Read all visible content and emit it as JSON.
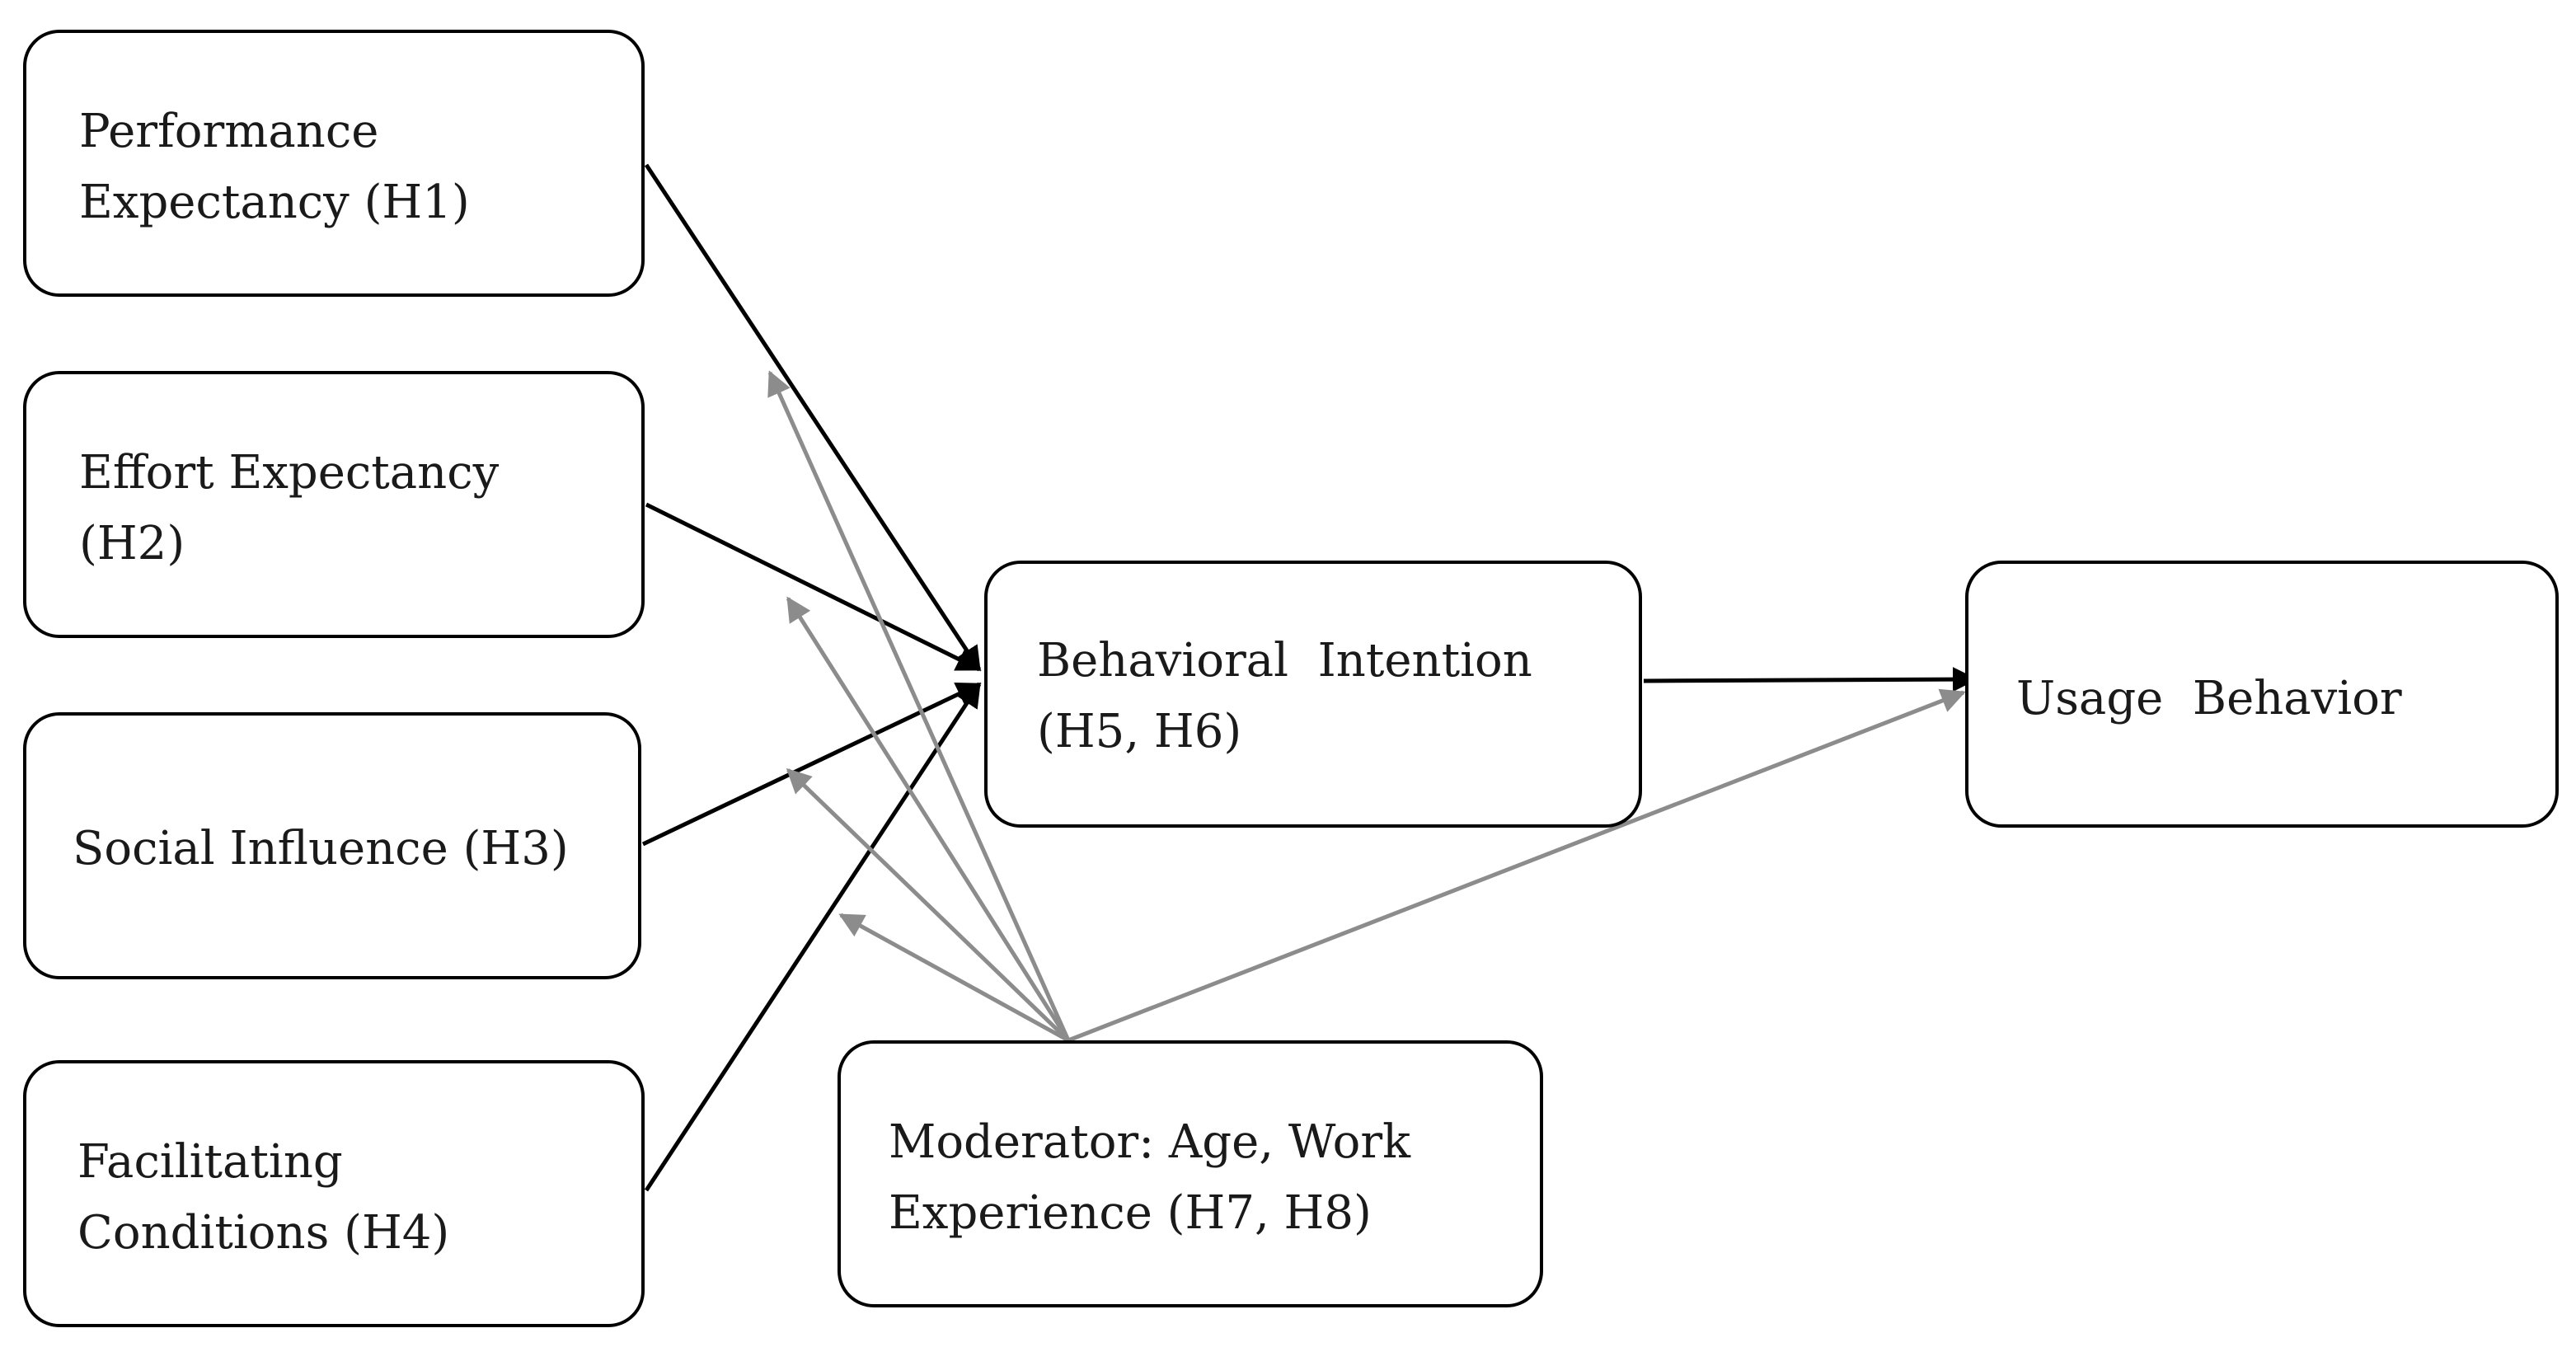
{
  "nodes": {
    "performance_expectancy": {
      "lines": [
        "Performance",
        "Expectancy (H1)"
      ]
    },
    "effort_expectancy": {
      "lines": [
        "Effort Expectancy",
        "(H2)"
      ]
    },
    "social_influence": {
      "lines": [
        "Social Influence (H3)"
      ]
    },
    "facilitating_conditions": {
      "lines": [
        "Facilitating",
        "Conditions (H4)"
      ]
    },
    "behavioral_intention": {
      "lines": [
        "Behavioral  Intention",
        "(H5, H6)"
      ]
    },
    "usage_behavior": {
      "lines": [
        "Usage  Behavior"
      ]
    },
    "moderator": {
      "lines": [
        "Moderator: Age, Work",
        "Experience (H7, H8)"
      ]
    }
  },
  "edges": [
    {
      "from": "performance_expectancy",
      "to": "behavioral_intention",
      "style": "direct"
    },
    {
      "from": "effort_expectancy",
      "to": "behavioral_intention",
      "style": "direct"
    },
    {
      "from": "social_influence",
      "to": "behavioral_intention",
      "style": "direct"
    },
    {
      "from": "facilitating_conditions",
      "to": "behavioral_intention",
      "style": "direct"
    },
    {
      "from": "behavioral_intention",
      "to": "usage_behavior",
      "style": "direct"
    },
    {
      "from": "moderator",
      "to": "performance_expectancy-edge",
      "style": "moderating"
    },
    {
      "from": "moderator",
      "to": "effort_expectancy-edge",
      "style": "moderating"
    },
    {
      "from": "moderator",
      "to": "social_influence-edge",
      "style": "moderating"
    },
    {
      "from": "moderator",
      "to": "facilitating_conditions-edge",
      "style": "moderating"
    },
    {
      "from": "moderator",
      "to": "usage_behavior",
      "style": "moderating"
    }
  ],
  "colors": {
    "direct_arrow": "#000000",
    "moderating_arrow": "#8c8c8c",
    "box_border": "#000000",
    "text": "#1a1a1a"
  }
}
